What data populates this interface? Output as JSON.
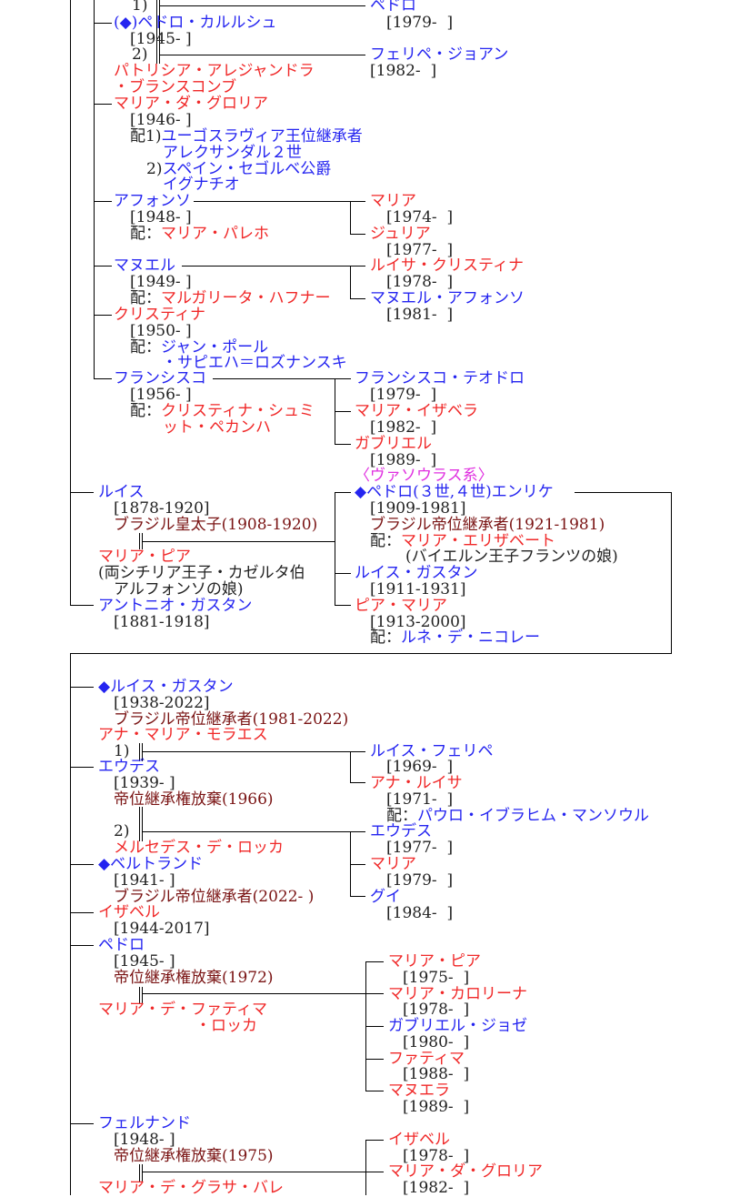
{
  "section1": {
    "pedro_carlos": {
      "marker": "(◆)",
      "name": "ペドロ・カルルシュ",
      "dates": "[1945- ]",
      "marriage1": "1)",
      "marriage2": "2)",
      "spouse2": [
        "パトリシア・アレジャンドラ",
        "・ブランスコンブ"
      ],
      "children1": [
        {
          "name": "ペドロ",
          "dates": "[1979-  ]"
        }
      ],
      "children2": [
        {
          "name": "フェリペ・ジョアン",
          "dates": "[1982-  ]"
        }
      ]
    },
    "maria_gloria": {
      "name": "マリア・ダ・グロリア",
      "dates": "[1946- ]",
      "spouse_label1": "配1)",
      "spouse1": [
        "ユーゴスラヴィア王位継承者",
        "アレクサンダル２世"
      ],
      "spouse_label2": "2)",
      "spouse2": [
        "スペイン・セゴルベ公爵",
        "イグナチオ"
      ]
    },
    "afonso": {
      "name": "アフォンソ",
      "dates": "[1948- ]",
      "spouse_label": "配：",
      "spouse": "マリア・パレホ",
      "children": [
        {
          "name": "マリア",
          "dates": "[1974-  ]"
        },
        {
          "name": "ジュリア",
          "dates": "[1977-  ]"
        }
      ]
    },
    "manuel": {
      "name": "マヌエル",
      "dates": "[1949- ]",
      "spouse_label": "配：",
      "spouse": "マルガリータ・ハフナー",
      "children": [
        {
          "name": "ルイサ・クリスティナ",
          "dates": "[1978-  ]"
        },
        {
          "name": "マヌエル・アフォンソ",
          "dates": "[1981-  ]"
        }
      ]
    },
    "cristina": {
      "name": "クリスティナ",
      "dates": "[1950- ]",
      "spouse_label": "配：",
      "spouse": [
        "ジャン・ポール",
        "・サピエハ＝ロズナンスキ"
      ]
    },
    "francisco": {
      "name": "フランシスコ",
      "dates": "[1956- ]",
      "spouse_label": "配：",
      "spouse": [
        "クリスティナ・シュミ",
        "ット・ペカンハ"
      ],
      "children": [
        {
          "name": "フランシスコ・テオドロ",
          "dates": "[1979-  ]"
        },
        {
          "name": "マリア・イザベラ",
          "dates": "[1982-  ]"
        },
        {
          "name": "ガブリエル",
          "dates": "[1989-  ]"
        }
      ]
    }
  },
  "branch_label": "〈ヴァソウラス系〉",
  "section2": {
    "luis": {
      "name": "ルイス",
      "dates": "[1878-1920]",
      "title": "ブラジル皇太子(1908-1920)",
      "spouse": "マリア・ピア",
      "spouse_note": [
        "(両シチリア王子・カゼルタ伯",
        "アルフォンソの娘)"
      ]
    },
    "antonio": {
      "name": "アントニオ・ガスタン",
      "dates": "[1881-1918]"
    },
    "pedro_henrique": {
      "name": "◆ペドロ(３世,４世)エンリケ",
      "dates": "[1909-1981]",
      "title": "ブラジル帝位継承者(1921-1981)",
      "spouse_label": "配：",
      "spouse": "マリア・エリザベート",
      "spouse_note": "(バイエルン王子フランツの娘)"
    },
    "luis_gastao": {
      "name": "ルイス・ガスタン",
      "dates": "[1911-1931]"
    },
    "pia_maria": {
      "name": "ピア・マリア",
      "dates": "[1913-2000]",
      "spouse_label": "配：",
      "spouse": "ルネ・デ・ニコレー"
    }
  },
  "section3": {
    "luiz": {
      "name": "◆ルイス・ガスタン",
      "dates": "[1938-2022]",
      "title": "ブラジル帝位継承者(1981-2022)"
    },
    "eudes": {
      "spouse1": "アナ・マリア・モラエス",
      "marriage1": "1)",
      "name": "エウデス",
      "dates": "[1939- ]",
      "title": "帝位継承権放棄(1966)",
      "marriage2": "2)",
      "spouse2": "メルセデス・デ・ロッカ",
      "children1": [
        {
          "name": "ルイス・フェリペ",
          "dates": "[1969-  ]"
        },
        {
          "name": "アナ・ルイサ",
          "dates": "[1971-  ]",
          "spouse_label": "配：",
          "spouse": "パウロ・イブラヒム・マンソウル"
        }
      ],
      "children2": [
        {
          "name": "エウデス",
          "dates": "[1977-  ]"
        },
        {
          "name": "マリア",
          "dates": "[1979-  ]"
        },
        {
          "name": "グイ",
          "dates": "[1984-  ]"
        }
      ]
    },
    "bertrand": {
      "name": "◆ベルトランド",
      "dates": "[1941- ]",
      "title": "ブラジル帝位継承者(2022- )"
    },
    "isabel": {
      "name": "イザベル",
      "dates": "[1944-2017]"
    },
    "pedro": {
      "name": "ペドロ",
      "dates": "[1945- ]",
      "title": "帝位継承権放棄(1972)",
      "spouse": [
        "マリア・デ・ファティマ",
        "・ロッカ"
      ],
      "children": [
        {
          "name": "マリア・ピア",
          "dates": "[1975-  ]"
        },
        {
          "name": "マリア・カロリーナ",
          "dates": "[1978-  ]"
        },
        {
          "name": "ガブリエル・ジョゼ",
          "dates": "[1980-  ]"
        },
        {
          "name": "ファティマ",
          "dates": "[1988-  ]"
        },
        {
          "name": "マヌエラ",
          "dates": "[1989-  ]"
        }
      ]
    },
    "fernando": {
      "name": "フェルナンド",
      "dates": "[1948- ]",
      "title": "帝位継承権放棄(1975)",
      "spouse": "マリア・デ・グラサ・バレ",
      "children": [
        {
          "name": "イザベル",
          "dates": "[1978-  ]"
        },
        {
          "name": "マリア・ダ・グロリア",
          "dates": "[1982-  ]"
        }
      ]
    }
  }
}
